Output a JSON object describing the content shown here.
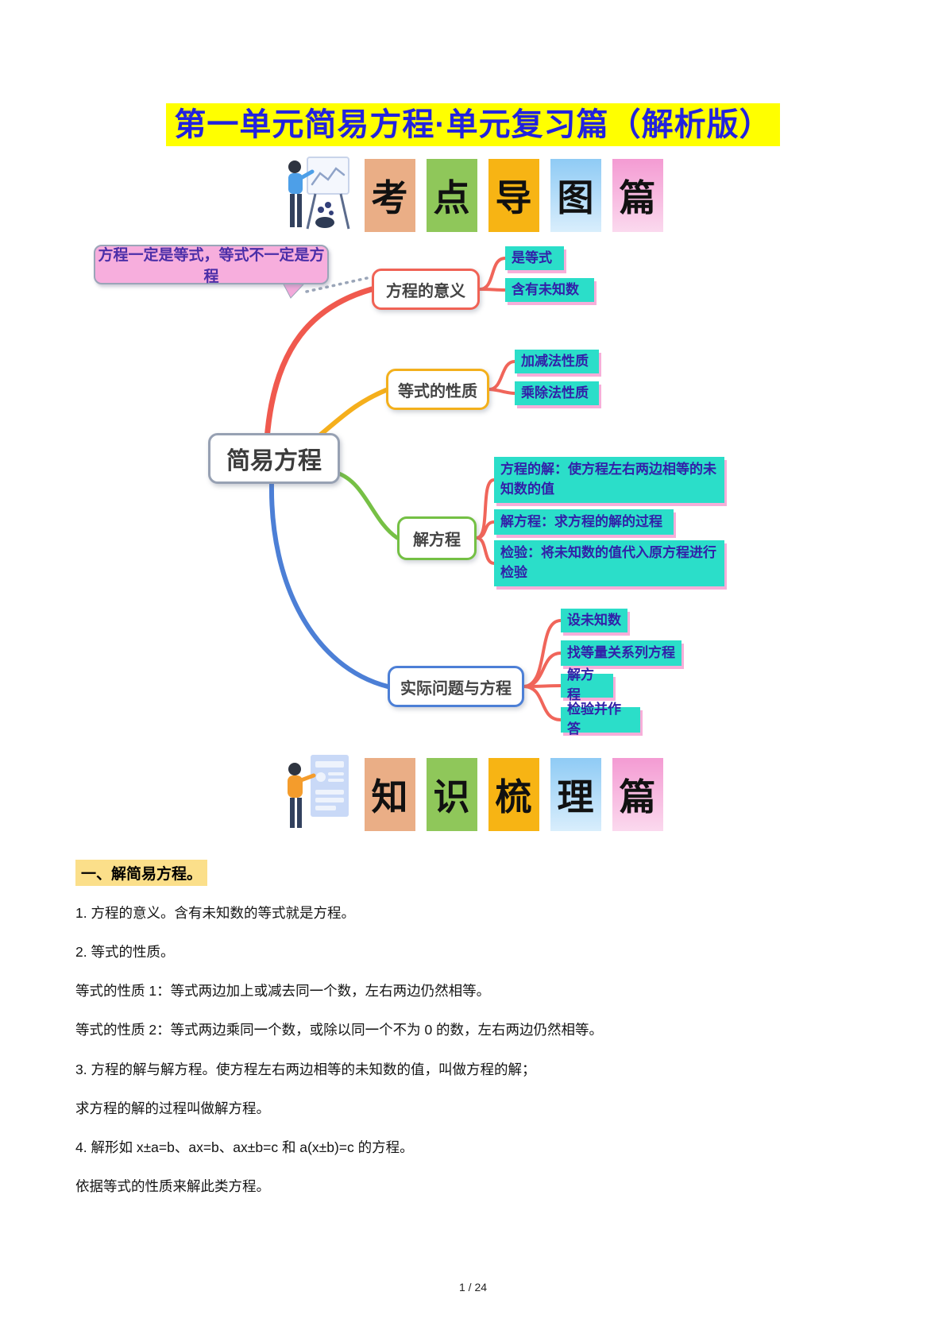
{
  "page": {
    "title": "第一单元简易方程·单元复习篇（解析版）",
    "footer": "1 / 24"
  },
  "banner_top": {
    "tiles": [
      "考",
      "点",
      "导",
      "图",
      "篇"
    ]
  },
  "banner_mid": {
    "tiles": [
      "知",
      "识",
      "梳",
      "理",
      "篇"
    ]
  },
  "mindmap": {
    "callout": "方程一定是等式，等式不一定是方程",
    "root": "简易方程",
    "branches": [
      {
        "label": "方程的意义",
        "children": [
          "是等式",
          "含有未知数"
        ]
      },
      {
        "label": "等式的性质",
        "children": [
          "加减法性质",
          "乘除法性质"
        ]
      },
      {
        "label": "解方程",
        "children": [
          "方程的解：使方程左右两边相等的未知数的值",
          "解方程：求方程的解的过程",
          "检验：将未知数的值代入原方程进行检验"
        ]
      },
      {
        "label": "实际问题与方程",
        "children": [
          "设未知数",
          "找等量关系列方程",
          "解方程",
          "检验并作答"
        ]
      }
    ]
  },
  "notes": {
    "heading": "一、解简易方程。",
    "lines": [
      "1. 方程的意义。含有未知数的等式就是方程。",
      "2. 等式的性质。",
      "等式的性质 1：等式两边加上或减去同一个数，左右两边仍然相等。",
      "等式的性质 2：等式两边乘同一个数，或除以同一个不为 0 的数，左右两边仍然相等。",
      "3. 方程的解与解方程。使方程左右两边相等的未知数的值，叫做方程的解；",
      "求方程的解的过程叫做解方程。",
      "4. 解形如 x±a=b、ax=b、ax±b=c 和 a(x±b)=c 的方程。",
      "依据等式的性质来解此类方程。"
    ]
  },
  "colors": {
    "title_text": "#2222DD",
    "title_bg": "#FFFF00",
    "leaf_bg": "#2BDEC9",
    "leaf_text": "#3220A8",
    "leaf_shadow": "#F7AED9",
    "callout_bg": "#F7AEDD",
    "branch_red": "#F0594E",
    "branch_amber": "#F5AF1C",
    "branch_green": "#76C045",
    "branch_blue": "#4C7FD6",
    "heading_highlight": "#FBDF8A",
    "tile_colors": [
      "#EAAE86",
      "#8FC75A",
      "#F7B414",
      "#AFD9F7",
      "#F6AED9"
    ]
  }
}
